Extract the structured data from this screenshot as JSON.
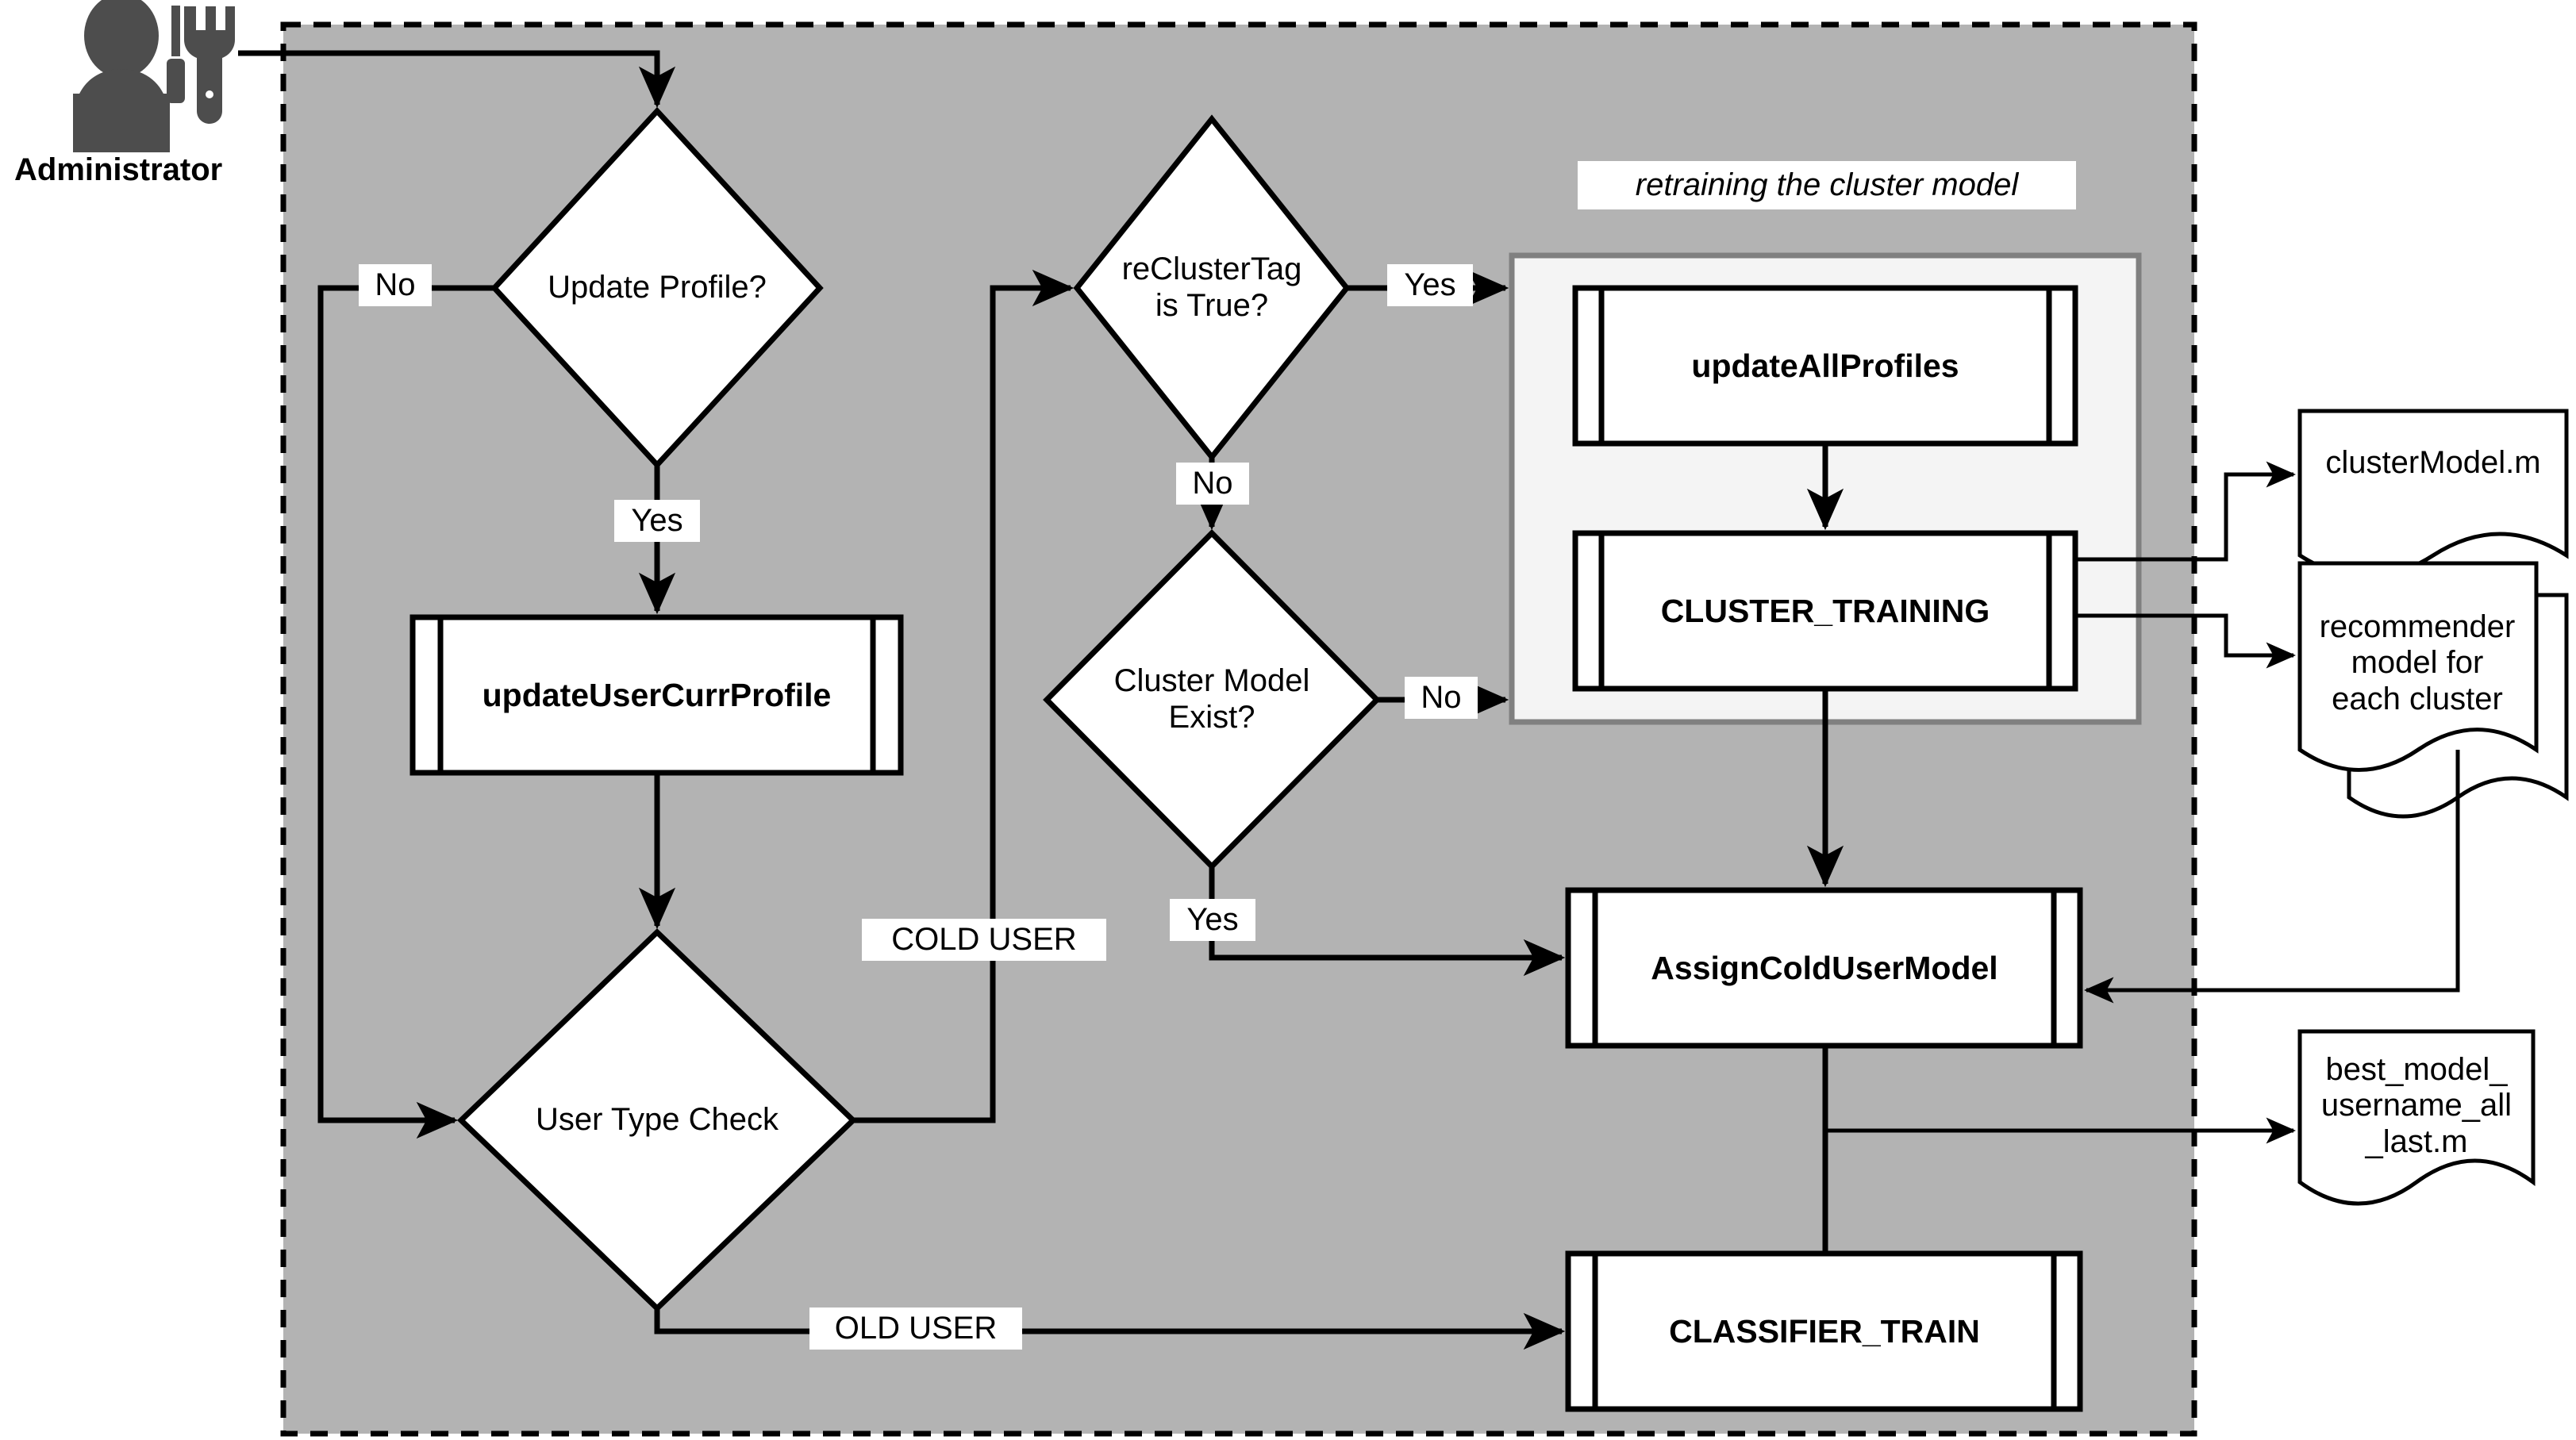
{
  "diagram": {
    "title": "Administrator retraining / recommender flowchart",
    "colors": {
      "system_boundary_fill": "#b3b3b3",
      "system_boundary_stroke": "#000000",
      "subprocess_group_fill": "#f4f4f4",
      "subprocess_group_stroke": "#808080",
      "node_fill": "#ffffff",
      "node_stroke": "#000000",
      "label_fill": "#ffffff",
      "actor_fill": "#4d4d4d"
    },
    "actor": {
      "name": "Administrator",
      "icon": "user-tools-icon"
    },
    "group_label": "retraining the cluster model",
    "decisions": [
      {
        "id": "update-profile",
        "text": "Update Profile?"
      },
      {
        "id": "recluster-tag",
        "text": "reClusterTag\nis True?"
      },
      {
        "id": "cluster-model-exist",
        "text": "Cluster Model\nExist?"
      },
      {
        "id": "user-type-check",
        "text": "User Type Check"
      }
    ],
    "processes": [
      {
        "id": "update-user-curr-profile",
        "text": "updateUserCurrProfile"
      },
      {
        "id": "update-all-profiles",
        "text": "updateAllProfiles"
      },
      {
        "id": "cluster-training",
        "text": "CLUSTER_TRAINING"
      },
      {
        "id": "assign-cold-user-model",
        "text": "AssignColdUserModel"
      },
      {
        "id": "classifier-train",
        "text": "CLASSIFIER_TRAIN"
      }
    ],
    "documents": [
      {
        "id": "cluster-model-doc",
        "text": "clusterModel.m"
      },
      {
        "id": "recommender-doc",
        "text": "recommender\nmodel for\neach cluster"
      },
      {
        "id": "best-model-doc",
        "text": "best_model_\nusername_all\n_last.m"
      }
    ],
    "edge_labels": [
      {
        "id": "no-update-profile",
        "text": "No"
      },
      {
        "id": "yes-update-profile",
        "text": "Yes"
      },
      {
        "id": "yes-recluster-tag",
        "text": "Yes"
      },
      {
        "id": "no-recluster-tag",
        "text": "No"
      },
      {
        "id": "no-cluster-model-exist",
        "text": "No"
      },
      {
        "id": "yes-cluster-model-exist",
        "text": "Yes"
      },
      {
        "id": "cold-user",
        "text": "COLD USER"
      },
      {
        "id": "old-user",
        "text": "OLD USER"
      }
    ]
  }
}
